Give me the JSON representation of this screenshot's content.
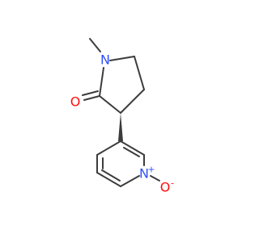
{
  "molecule": {
    "atoms": {
      "n_amide": {
        "label": "N",
        "color": "#3050F8"
      },
      "o_carbonyl": {
        "label": "O",
        "color": "#FF0D0D"
      },
      "n_pyridine": {
        "label": "N",
        "charge": "+",
        "color": "#3050F8"
      },
      "o_oxide": {
        "label": "O",
        "charge": "-",
        "color": "#FF0D0D"
      }
    },
    "bond_color": "#3c3c3c"
  }
}
